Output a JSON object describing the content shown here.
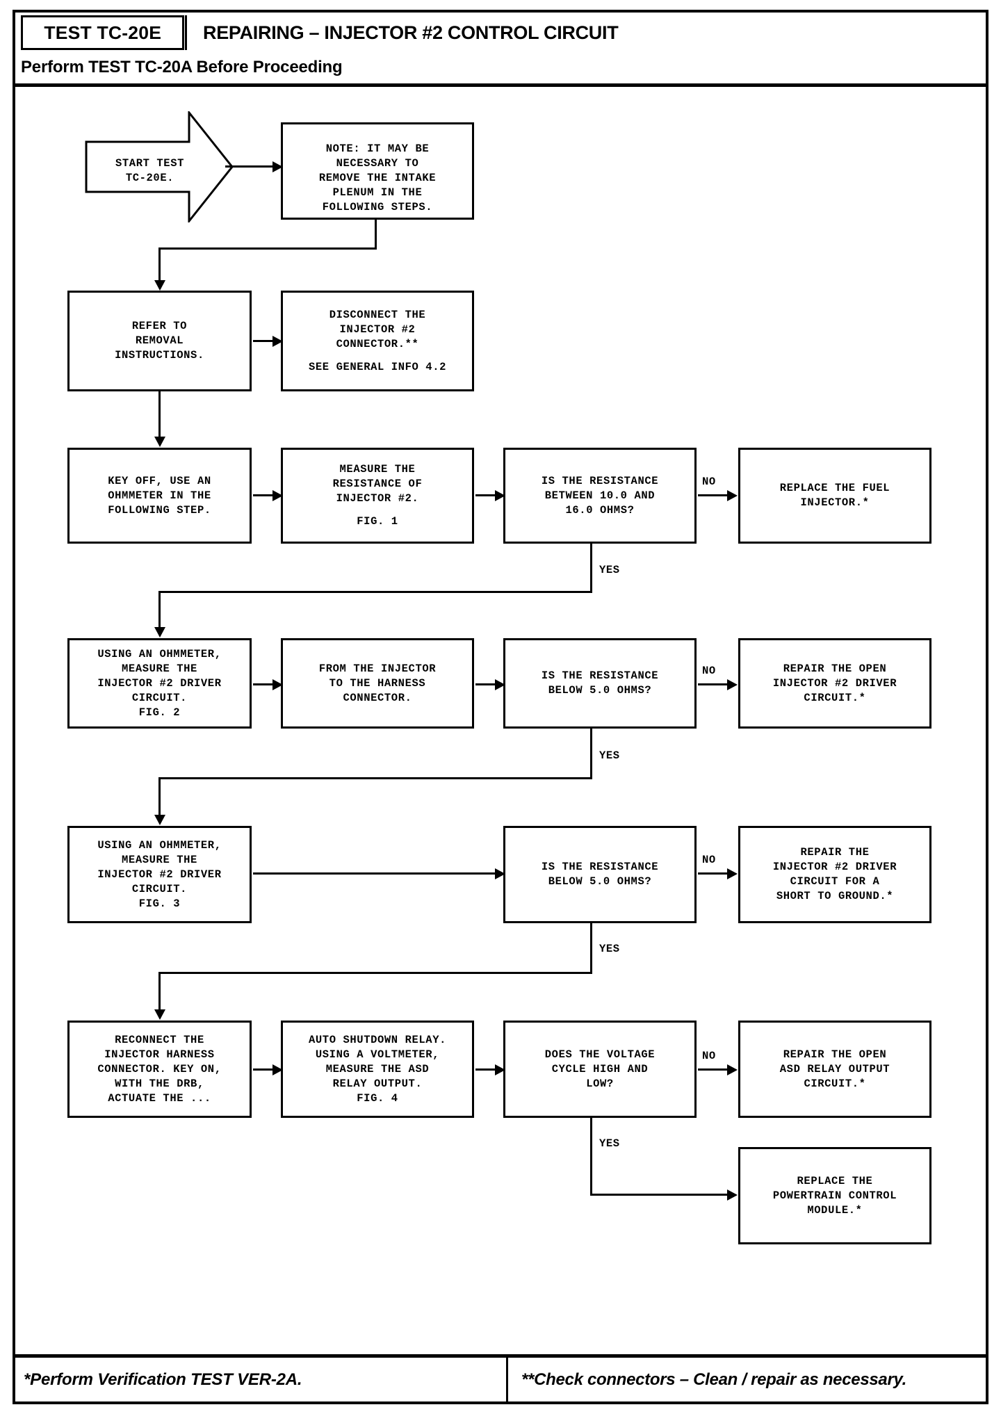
{
  "header": {
    "test_id": "TEST TC-20E",
    "title": "REPAIRING – INJECTOR #2 CONTROL CIRCUIT",
    "subtitle": "Perform TEST TC-20A Before Proceeding"
  },
  "footer": {
    "left_note": "*Perform Verification TEST VER-2A.",
    "right_note": "**Check connectors – Clean / repair as necessary."
  },
  "nodes": {
    "start": "START TEST\nTC-20E.",
    "note_lead": "NOTE:",
    "note_body": " IT MAY BE\nNECESSARY TO\nREMOVE THE INTAKE\nPLENUM IN THE\nFOLLOWING STEPS.",
    "refer_removal": "REFER TO\nREMOVAL\nINSTRUCTIONS.",
    "disconnect_main": "DISCONNECT THE\nINJECTOR #2\nCONNECTOR.**",
    "disconnect_sub": "SEE GENERAL INFO 4.2",
    "key_off": "KEY OFF, USE AN\nOHMMETER IN THE\nFOLLOWING STEP.",
    "measure_resistance": "MEASURE THE\nRESISTANCE OF\nINJECTOR #2.",
    "measure_fig": "FIG. 1",
    "decision_1": "IS THE RESISTANCE\nBETWEEN 10.0 AND\n16.0 OHMS?",
    "replace_fuel_injector": "REPLACE THE FUEL\nINJECTOR.*",
    "ohm_driver_fig2": "USING AN OHMMETER,\nMEASURE THE\nINJECTOR #2 DRIVER\nCIRCUIT.\nFIG. 2",
    "from_injector": "FROM THE INJECTOR\nTO THE HARNESS\nCONNECTOR.",
    "decision_2": "IS THE RESISTANCE\nBELOW 5.0 OHMS?",
    "repair_open_driver": "REPAIR THE OPEN\nINJECTOR #2 DRIVER\nCIRCUIT.*",
    "ohm_driver_fig3": "USING AN OHMMETER,\nMEASURE THE\nINJECTOR #2 DRIVER\nCIRCUIT.\nFIG. 3",
    "decision_3": "IS THE RESISTANCE\nBELOW 5.0 OHMS?",
    "repair_short_ground": "REPAIR THE\nINJECTOR #2 DRIVER\nCIRCUIT FOR A\nSHORT TO GROUND.*",
    "reconnect_harness": "RECONNECT THE\nINJECTOR HARNESS\nCONNECTOR. KEY ON,\nWITH THE DRB,\nACTUATE THE ...",
    "auto_shutdown": "AUTO SHUTDOWN RELAY.\nUSING A VOLTMETER,\nMEASURE THE ASD\nRELAY OUTPUT.\nFIG. 4",
    "decision_4": "DOES THE VOLTAGE\nCYCLE HIGH AND\nLOW?",
    "repair_open_asd": "REPAIR THE OPEN\nASD RELAY OUTPUT\nCIRCUIT.*",
    "replace_pcm": "REPLACE THE\nPOWERTRAIN CONTROL\nMODULE.*"
  },
  "branch_labels": {
    "no_1": "NO",
    "yes_1": "YES",
    "no_2": "NO",
    "yes_2": "YES",
    "no_3": "NO",
    "yes_3": "YES",
    "no_4": "NO",
    "yes_4": "YES"
  },
  "colors": {
    "ink": "#000000",
    "paper": "#ffffff"
  }
}
